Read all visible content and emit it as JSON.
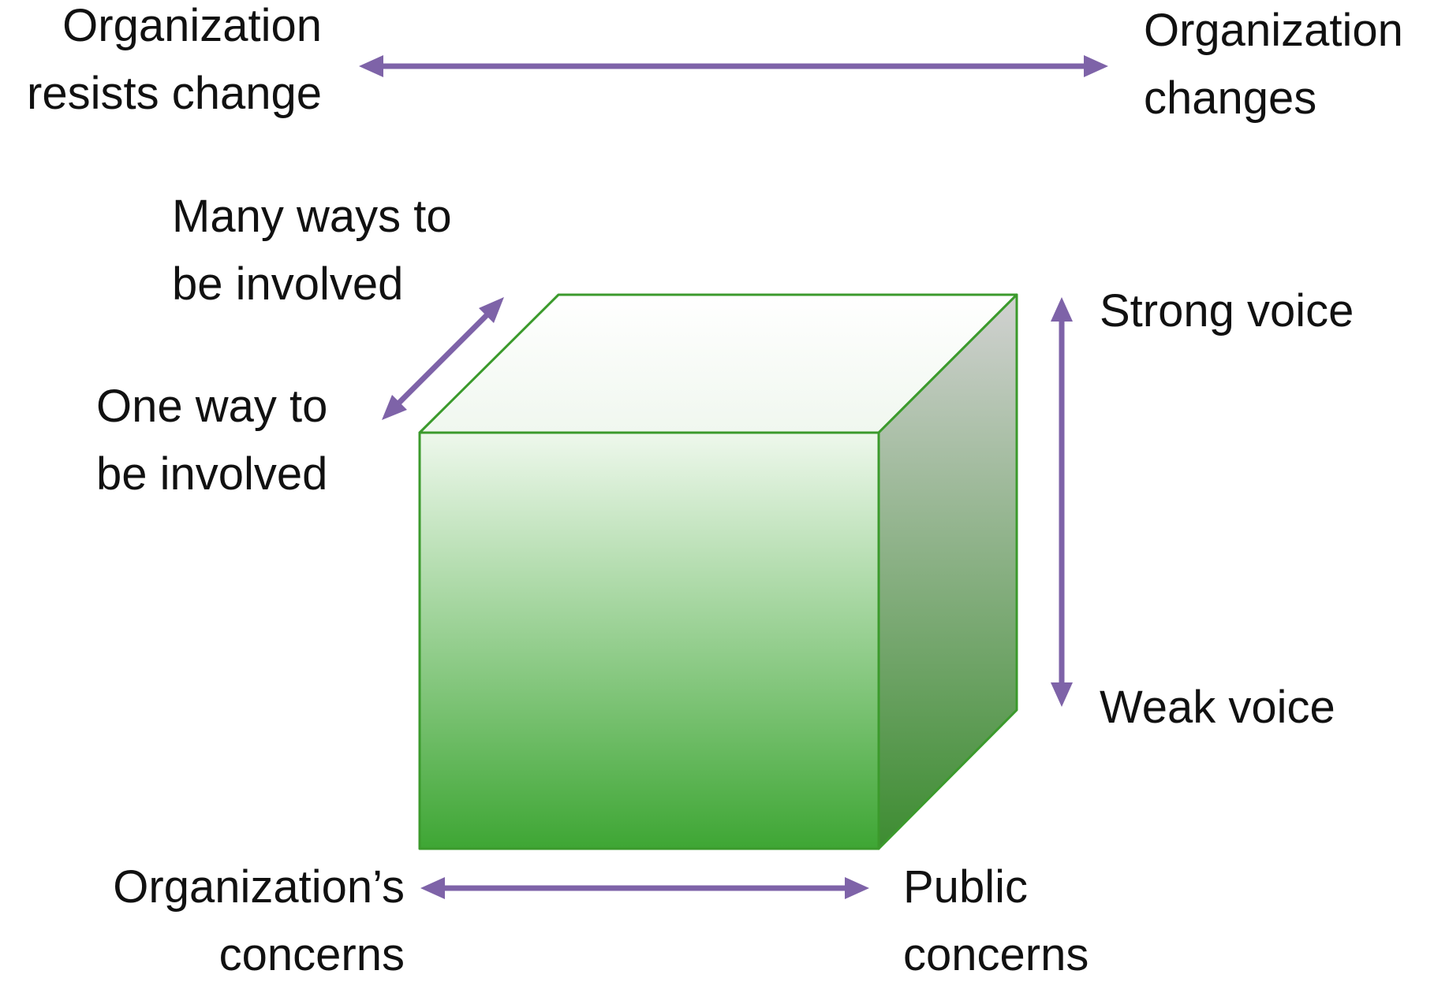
{
  "labels": {
    "resists_change": [
      "Organization",
      "resists change"
    ],
    "org_changes": [
      "Organization",
      "changes"
    ],
    "many_ways": [
      "Many ways to",
      "be involved"
    ],
    "one_way": [
      "One way to",
      "be involved"
    ],
    "strong_voice": "Strong voice",
    "weak_voice": "Weak voice",
    "org_concerns": [
      "Organization’s",
      "concerns"
    ],
    "public_concerns": [
      "Public",
      "concerns"
    ]
  },
  "colors": {
    "arrow": "#7e63a8",
    "cube_edge": "#3b9a2c",
    "front_top": "#eef8ec",
    "front_bottom": "#3ea634",
    "side_top": "#d2d2d2",
    "side_bottom": "#3d8c31"
  }
}
